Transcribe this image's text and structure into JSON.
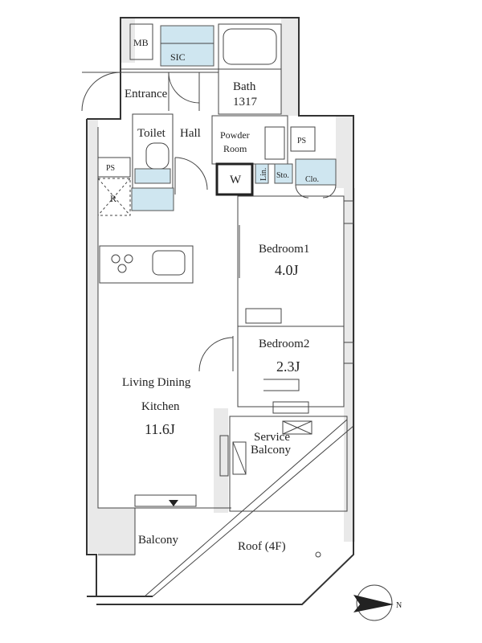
{
  "rooms": {
    "mb": "MB",
    "sic": "SIC",
    "entrance": "Entrance",
    "bath_name": "Bath",
    "bath_size": "1317",
    "toilet": "Toilet",
    "hall": "Hall",
    "powder_room_1": "Powder",
    "powder_room_2": "Room",
    "ps_1": "PS",
    "ps_2": "PS",
    "washer": "W",
    "linen": "Lin.",
    "storage": "Sto.",
    "closet": "Clo.",
    "refrigerator": "R",
    "bedroom1_name": "Bedroom1",
    "bedroom1_size": "4.0J",
    "bedroom2_name": "Bedroom2",
    "bedroom2_size": "2.3J",
    "ldk_line1": "Living Dining",
    "ldk_line2": "Kitchen",
    "ldk_size": "11.6J",
    "service_balcony_1": "Service",
    "service_balcony_2": "Balcony",
    "balcony": "Balcony",
    "roof": "Roof (4F)"
  },
  "compass": {
    "label": "N"
  },
  "colors": {
    "wall": "#e9e9e9",
    "storage_blue": "#cfe6f0",
    "line": "#333333"
  }
}
